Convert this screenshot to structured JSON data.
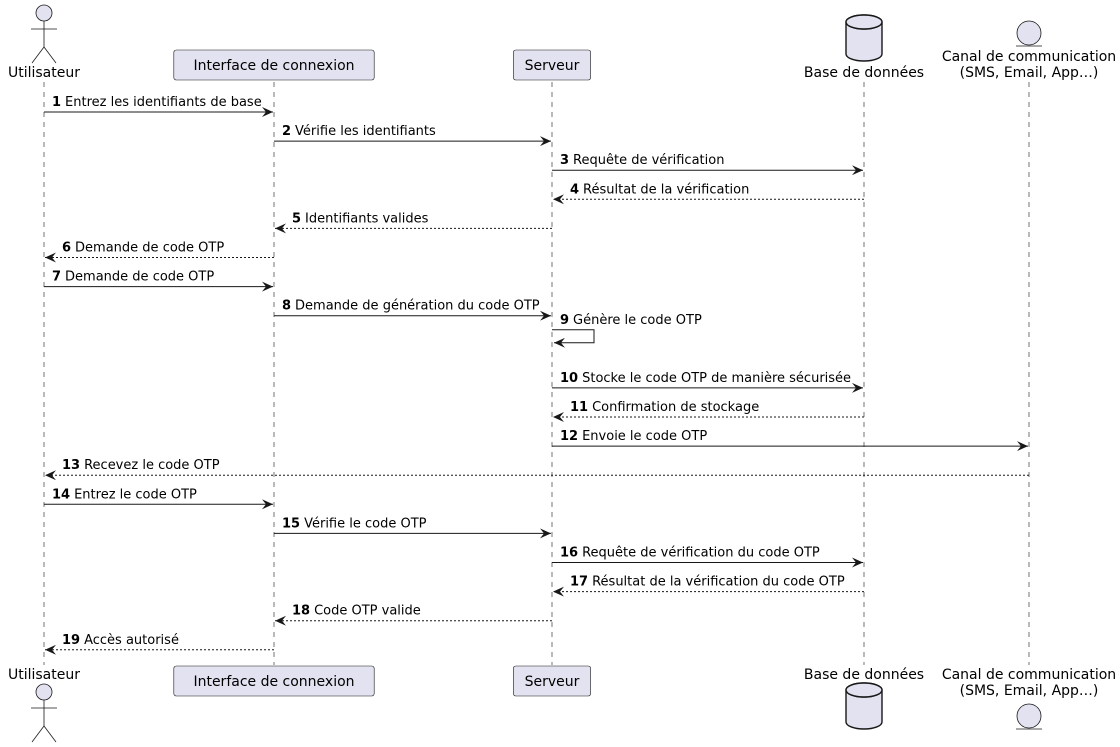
{
  "participants": [
    {
      "id": "user",
      "type": "actor",
      "label": [
        "Utilisateur"
      ]
    },
    {
      "id": "ui",
      "type": "participant",
      "label": [
        "Interface de connexion"
      ]
    },
    {
      "id": "server",
      "type": "participant",
      "label": [
        "Serveur"
      ]
    },
    {
      "id": "db",
      "type": "database",
      "label": [
        "Base de données"
      ]
    },
    {
      "id": "channel",
      "type": "entity",
      "label": [
        "Canal de communication",
        "(SMS, Email, App…)"
      ]
    }
  ],
  "messages": [
    {
      "num": "1",
      "from": "user",
      "to": "ui",
      "text": "Entrez les identifiants de base",
      "style": "solid"
    },
    {
      "num": "2",
      "from": "ui",
      "to": "server",
      "text": "Vérifie les identifiants",
      "style": "solid"
    },
    {
      "num": "3",
      "from": "server",
      "to": "db",
      "text": "Requête de vérification",
      "style": "solid"
    },
    {
      "num": "4",
      "from": "db",
      "to": "server",
      "text": "Résultat de la vérification",
      "style": "dashed"
    },
    {
      "num": "5",
      "from": "server",
      "to": "ui",
      "text": "Identifiants valides",
      "style": "dashed"
    },
    {
      "num": "6",
      "from": "ui",
      "to": "user",
      "text": "Demande de code OTP",
      "style": "dashed"
    },
    {
      "num": "7",
      "from": "user",
      "to": "ui",
      "text": "Demande de code OTP",
      "style": "solid"
    },
    {
      "num": "8",
      "from": "ui",
      "to": "server",
      "text": "Demande de génération du code OTP",
      "style": "solid"
    },
    {
      "num": "9",
      "from": "server",
      "to": "server",
      "text": "Génère le code OTP",
      "style": "solid"
    },
    {
      "num": "10",
      "from": "server",
      "to": "db",
      "text": "Stocke le code OTP de manière sécurisée",
      "style": "solid"
    },
    {
      "num": "11",
      "from": "db",
      "to": "server",
      "text": "Confirmation de stockage",
      "style": "dashed"
    },
    {
      "num": "12",
      "from": "server",
      "to": "channel",
      "text": "Envoie le code OTP",
      "style": "solid"
    },
    {
      "num": "13",
      "from": "channel",
      "to": "user",
      "text": "Recevez le code OTP",
      "style": "dashed"
    },
    {
      "num": "14",
      "from": "user",
      "to": "ui",
      "text": "Entrez le code OTP",
      "style": "solid"
    },
    {
      "num": "15",
      "from": "ui",
      "to": "server",
      "text": "Vérifie le code OTP",
      "style": "solid"
    },
    {
      "num": "16",
      "from": "server",
      "to": "db",
      "text": "Requête de vérification du code OTP",
      "style": "solid"
    },
    {
      "num": "17",
      "from": "db",
      "to": "server",
      "text": "Résultat de la vérification du code OTP",
      "style": "dashed"
    },
    {
      "num": "18",
      "from": "server",
      "to": "ui",
      "text": "Code OTP valide",
      "style": "dashed"
    },
    {
      "num": "19",
      "from": "ui",
      "to": "user",
      "text": "Accès autorisé",
      "style": "dashed"
    }
  ],
  "colors": {
    "participant_fill": "#e2e2f0",
    "participant_stroke": "#181818",
    "line": "#181818",
    "lifeline": "#181818"
  }
}
